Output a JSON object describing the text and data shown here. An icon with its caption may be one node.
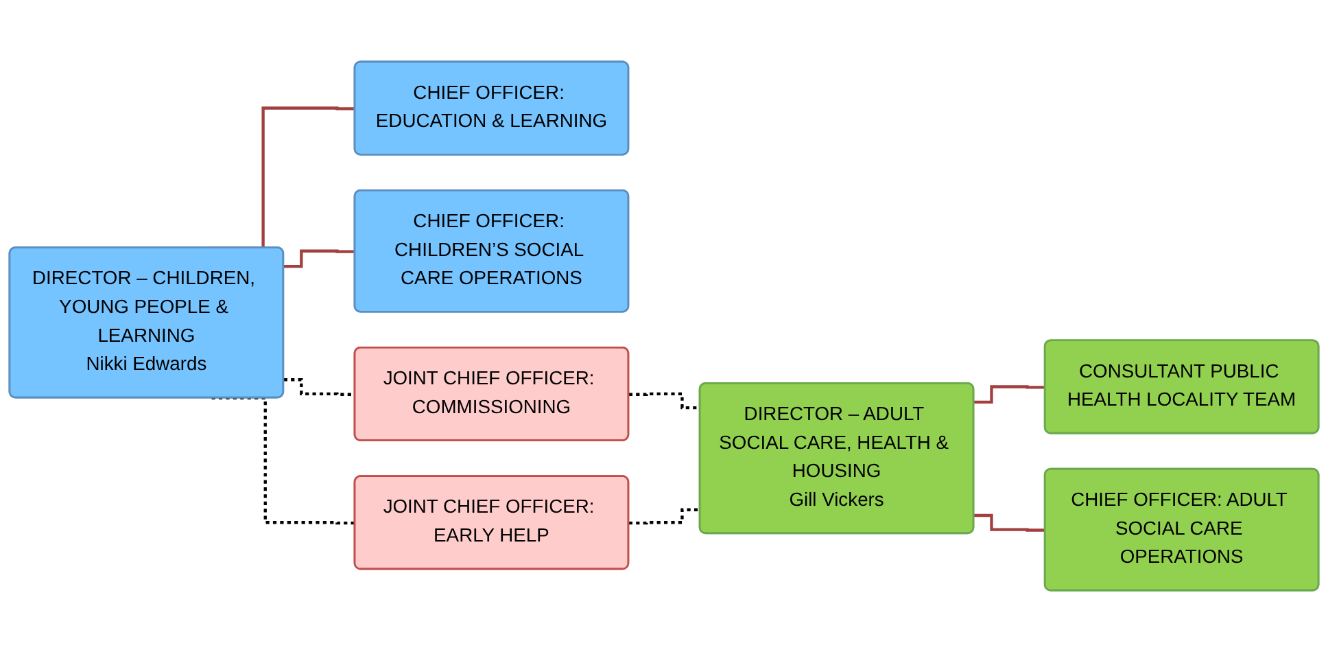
{
  "diagram": {
    "nodes": [
      {
        "text": [
          "DIRECTOR – CHILDREN, YOUNG PEOPLE & LEARNING",
          "Nikki Edwards"
        ]
      },
      {
        "text": [
          "CHIEF OFFICER: EDUCATION & LEARNING"
        ]
      },
      {
        "text": [
          "CHIEF OFFICER: CHILDREN’S SOCIAL CARE OPERATIONS"
        ]
      },
      {
        "text": [
          "JOINT CHIEF OFFICER: COMMISSIONING"
        ]
      },
      {
        "text": [
          "JOINT CHIEF OFFICER: EARLY HELP"
        ]
      },
      {
        "text": [
          "DIRECTOR – ADULT SOCIAL CARE, HEALTH & HOUSING",
          "Gill Vickers"
        ]
      },
      {
        "text": [
          "CONSULTANT PUBLIC HEALTH LOCALITY TEAM"
        ]
      },
      {
        "text": [
          "CHIEF OFFICER: ADULT SOCIAL CARE OPERATIONS"
        ]
      }
    ],
    "edges": [
      {
        "from": 0,
        "to": 1,
        "arrow": "none",
        "color": "#a33f3f"
      },
      {
        "from": 0,
        "to": 2,
        "arrow": "none",
        "color": "#a33f3f"
      },
      {
        "from": 0,
        "to": 3,
        "arrow": "none",
        "style": "dashed",
        "color": "#000000"
      },
      {
        "from": 0,
        "to": 4,
        "arrow": "none",
        "style": "dashed",
        "color": "#000000"
      },
      {
        "from": 3,
        "to": 5,
        "arrow": "none",
        "style": "dashed",
        "color": "#000000"
      },
      {
        "from": 4,
        "to": 5,
        "arrow": "none",
        "style": "dashed",
        "color": "#000000"
      },
      {
        "from": 5,
        "to": 6,
        "arrow": "none",
        "color": "#a33f3f"
      },
      {
        "from": 5,
        "to": 7,
        "arrow": "none",
        "color": "#a33f3f"
      }
    ]
  }
}
